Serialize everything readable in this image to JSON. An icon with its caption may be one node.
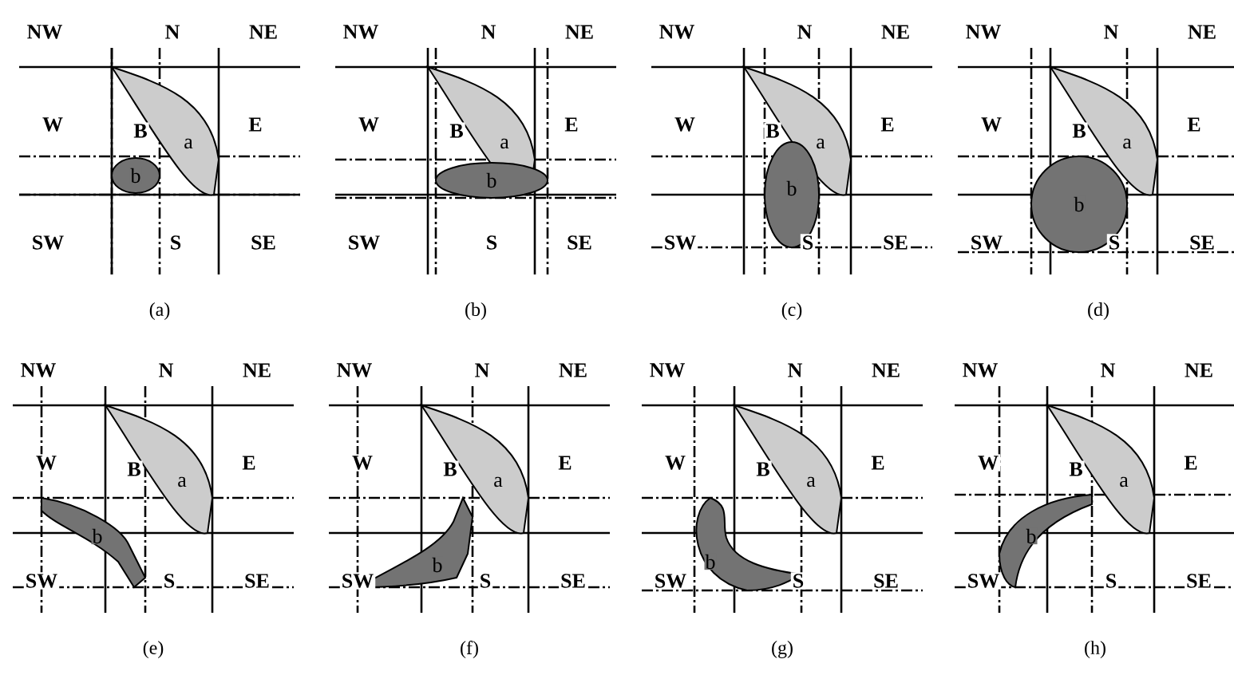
{
  "diagram": {
    "nodes": [
      {
        "text": [
          "a"
        ]
      },
      {
        "text": [
          "b"
        ]
      },
      {
        "text": [
          "a"
        ]
      },
      {
        "text": [
          "b"
        ]
      },
      {
        "text": [
          "a"
        ]
      },
      {
        "text": [
          "b"
        ]
      },
      {
        "text": [
          "a"
        ]
      },
      {
        "text": [
          "b"
        ]
      },
      {
        "text": [
          "a"
        ]
      },
      {
        "text": [
          "b"
        ]
      },
      {
        "text": [
          "a"
        ]
      },
      {
        "text": [
          "b"
        ]
      },
      {
        "text": [
          "a"
        ]
      },
      {
        "text": [
          "b"
        ]
      },
      {
        "text": [
          "a"
        ]
      },
      {
        "text": [
          "b"
        ]
      }
    ],
    "labels": [
      "NW",
      "N",
      "NE",
      "W",
      "B",
      "E",
      "SW",
      "S",
      "SE",
      "(a)",
      "NW",
      "N",
      "NE",
      "W",
      "B",
      "E",
      "SW",
      "S",
      "SE",
      "(b)",
      "NW",
      "N",
      "NE",
      "W",
      "B",
      "E",
      "SW",
      "S",
      "SE",
      "(c)",
      "NW",
      "N",
      "NE",
      "W",
      "B",
      "E",
      "SW",
      "S",
      "SE",
      "(d)",
      "NW",
      "N",
      "NE",
      "W",
      "B",
      "E",
      "SW",
      "S",
      "SE",
      "(e)",
      "NW",
      "N",
      "NE",
      "W",
      "B",
      "E",
      "SW",
      "S",
      "SE",
      "(f)",
      "NW",
      "N",
      "NE",
      "W",
      "B",
      "E",
      "SW",
      "S",
      "SE",
      "(g)",
      "NW",
      "N",
      "NE",
      "W",
      "B",
      "E",
      "SW",
      "S",
      "SE",
      "(h)"
    ]
  }
}
